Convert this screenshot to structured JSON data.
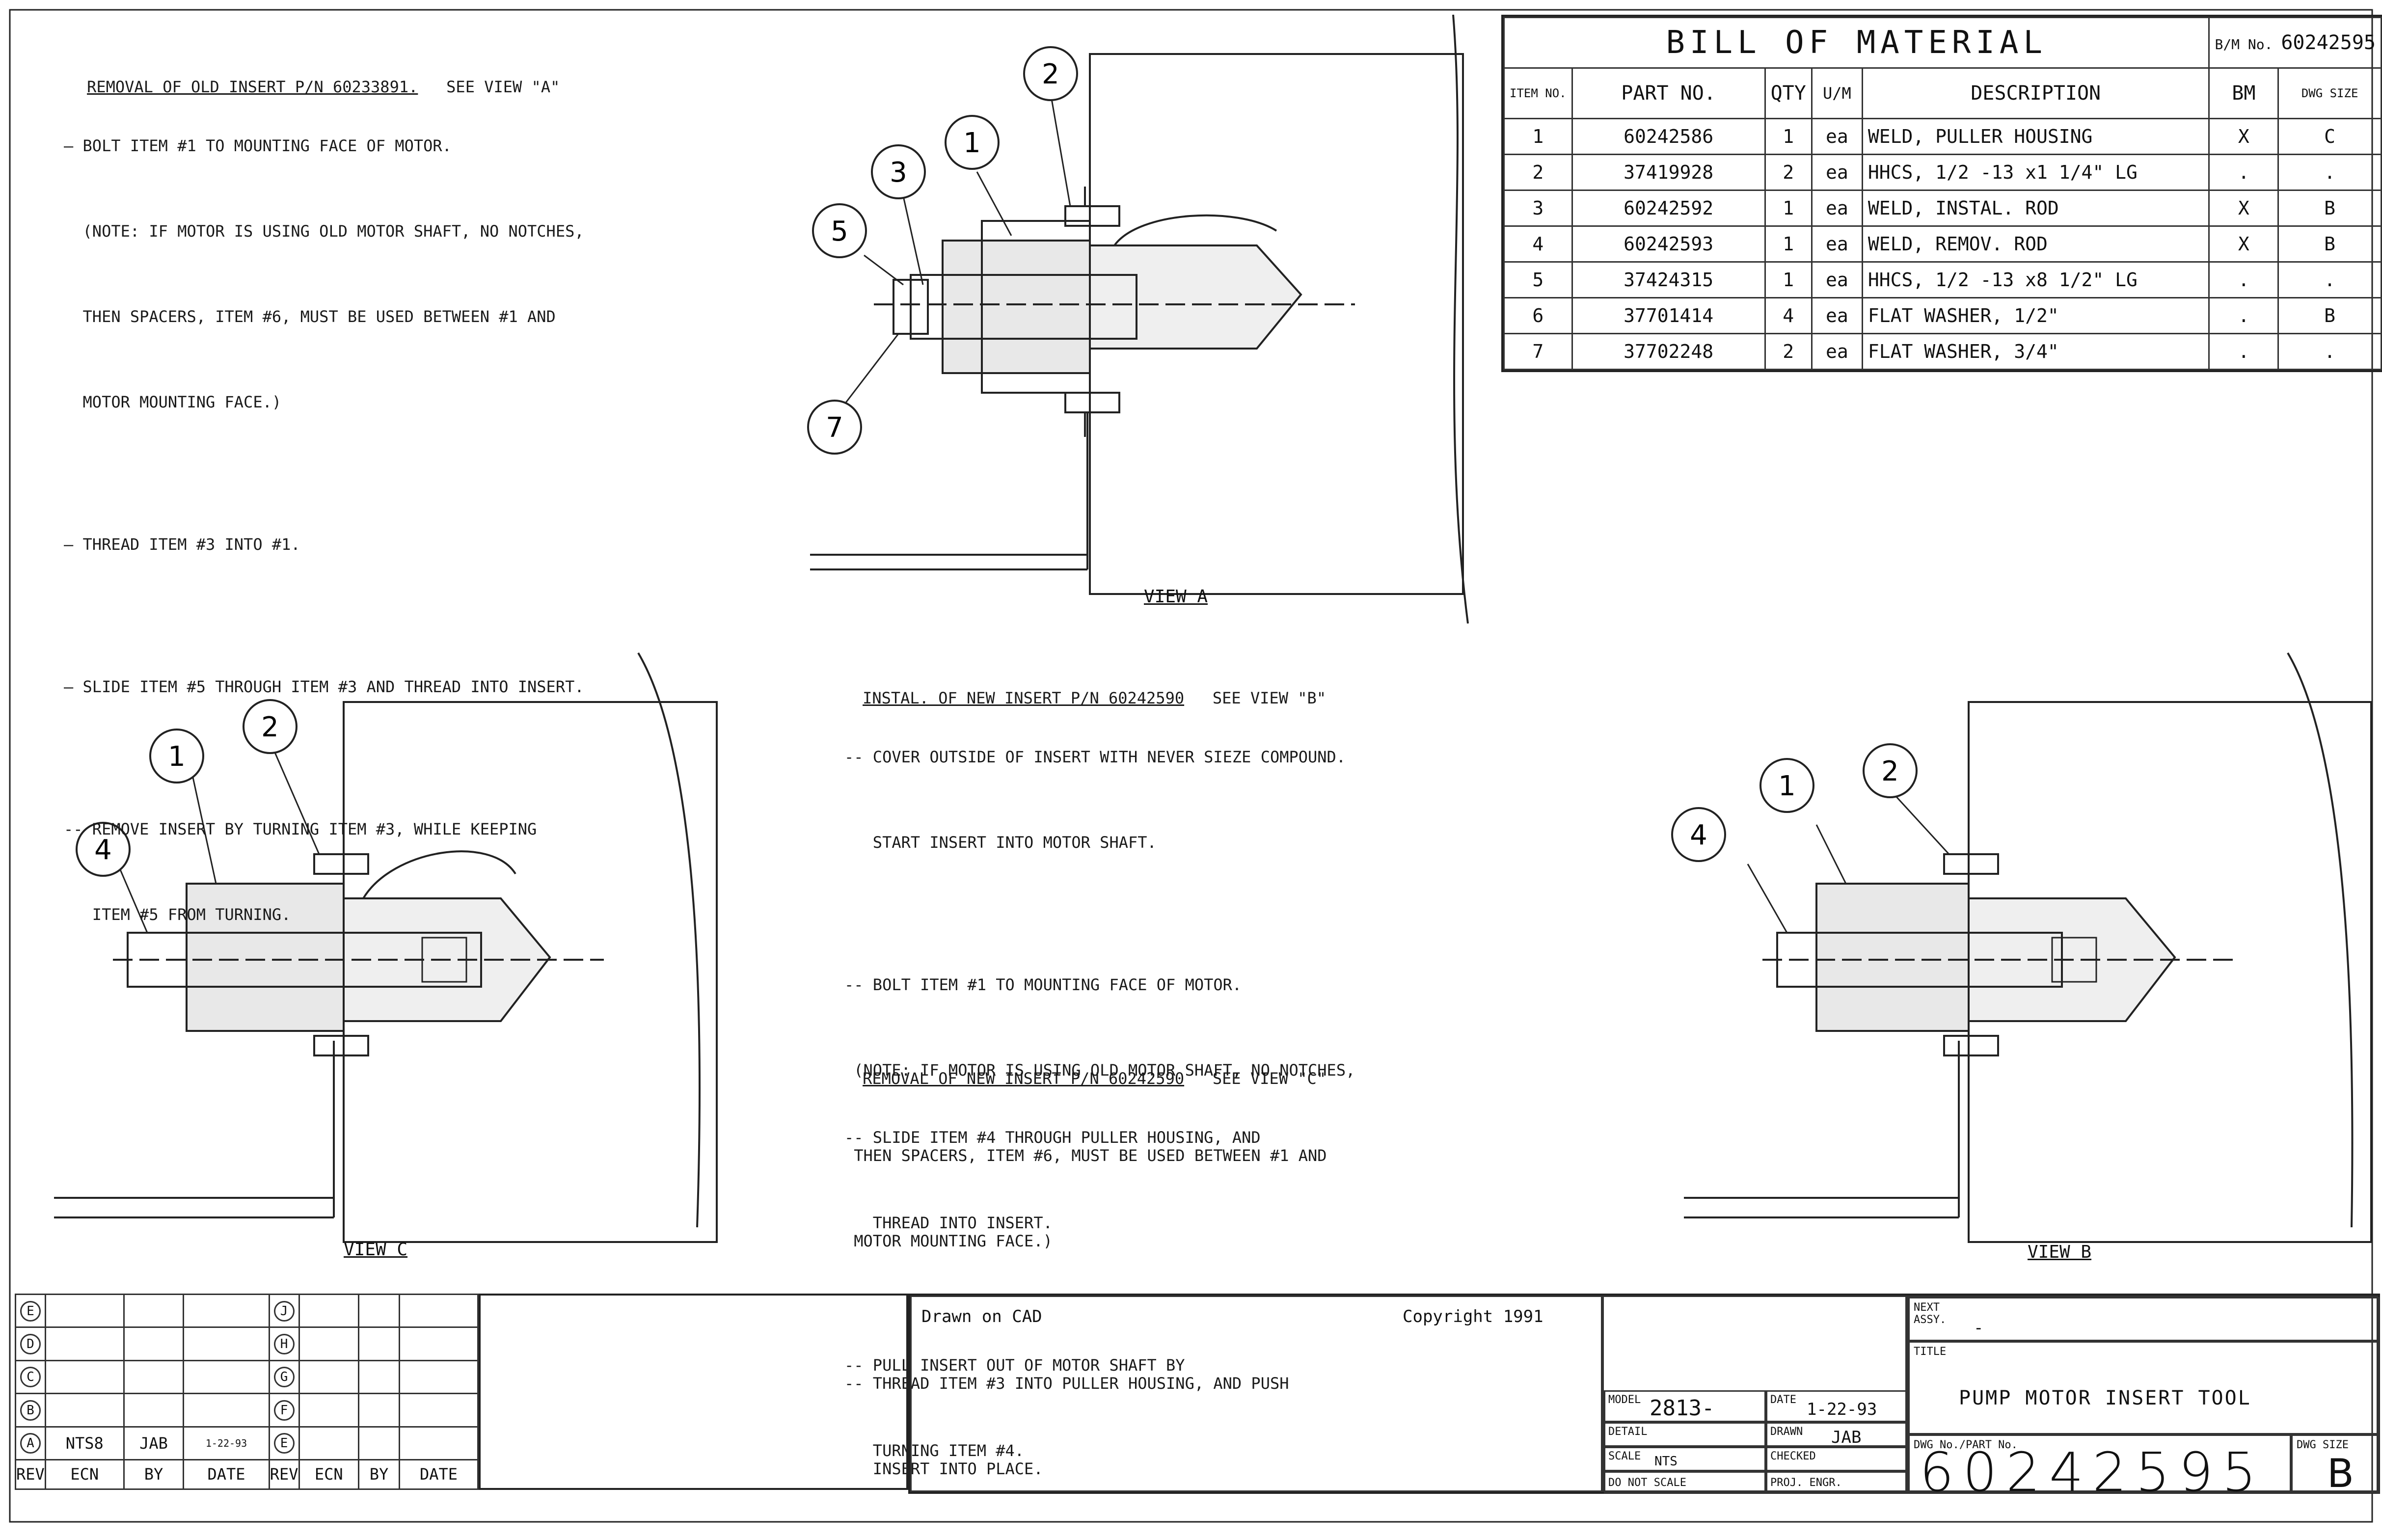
{
  "notes": {
    "removal_old": {
      "title": "REMOVAL OF OLD INSERT P/N 60233891.",
      "see": "SEE VIEW \"A\"",
      "lines": [
        "— BOLT ITEM #1 TO MOUNTING FACE OF MOTOR.",
        "  (NOTE: IF MOTOR IS USING OLD MOTOR SHAFT, NO NOTCHES,",
        "  THEN SPACERS, ITEM #6, MUST BE USED BETWEEN #1 AND",
        "  MOTOR MOUNTING FACE.)",
        "",
        "— THREAD ITEM #3 INTO #1.",
        "",
        "— SLIDE ITEM #5 THROUGH ITEM #3 AND THREAD INTO INSERT.",
        "",
        "-- REMOVE INSERT BY TURNING ITEM #3, WHILE KEEPING",
        "   ITEM #5 FROM TURNING."
      ]
    },
    "install_new": {
      "title": "INSTAL. OF NEW INSERT P/N 60242590",
      "see": "SEE VIEW \"B\"",
      "lines": [
        "-- COVER OUTSIDE OF INSERT WITH NEVER SIEZE COMPOUND.",
        "   START INSERT INTO MOTOR SHAFT.",
        "",
        "-- BOLT ITEM #1 TO MOUNTING FACE OF MOTOR.",
        " (NOTE: IF MOTOR IS USING OLD MOTOR SHAFT, NO NOTCHES,",
        " THEN SPACERS, ITEM #6, MUST BE USED BETWEEN #1 AND",
        " MOTOR MOUNTING FACE.)",
        "",
        "-- THREAD ITEM #3 INTO PULLER HOUSING, AND PUSH",
        "   INSERT INTO PLACE."
      ]
    },
    "removal_new": {
      "title": "REMOVAL OF NEW INSERT P/N 60242590",
      "see": "SEE VIEW \"C\"",
      "lines": [
        "-- SLIDE ITEM #4 THROUGH PULLER HOUSING, AND",
        "   THREAD INTO INSERT.",
        "",
        "-- PULL INSERT OUT OF MOTOR SHAFT BY",
        "   TURNING ITEM #4."
      ]
    }
  },
  "views": {
    "a": {
      "label": "VIEW A",
      "balloons": [
        "1",
        "2",
        "3",
        "5",
        "7"
      ]
    },
    "b": {
      "label": "VIEW B",
      "balloons": [
        "1",
        "2",
        "4"
      ]
    },
    "c": {
      "label": "VIEW C",
      "balloons": [
        "1",
        "2",
        "4"
      ]
    }
  },
  "bom": {
    "title": "BILL OF MATERIAL",
    "bm_no_label": "B/M No.",
    "bm_no": "60242595",
    "headers": [
      "ITEM NO.",
      "PART NO.",
      "QTY",
      "U/M",
      "DESCRIPTION",
      "BM",
      "DWG SIZE"
    ],
    "rows": [
      [
        "1",
        "60242586",
        "1",
        "ea",
        "WELD, PULLER HOUSING",
        "X",
        "C"
      ],
      [
        "2",
        "37419928",
        "2",
        "ea",
        "HHCS, 1/2 -13 x1 1/4\" LG",
        ".",
        "."
      ],
      [
        "3",
        "60242592",
        "1",
        "ea",
        "WELD, INSTAL. ROD",
        "X",
        "B"
      ],
      [
        "4",
        "60242593",
        "1",
        "ea",
        "WELD, REMOV. ROD",
        "X",
        "B"
      ],
      [
        "5",
        "37424315",
        "1",
        "ea",
        "HHCS, 1/2 -13 x8 1/2\" LG",
        ".",
        "."
      ],
      [
        "6",
        "37701414",
        "4",
        "ea",
        "FLAT WASHER, 1/2\"",
        ".",
        "B"
      ],
      [
        "7",
        "37702248",
        "2",
        "ea",
        "FLAT WASHER, 3/4\"",
        ".",
        "."
      ]
    ]
  },
  "revisions": {
    "left_letters": [
      "E",
      "D",
      "C",
      "B",
      "A"
    ],
    "right_letters": [
      "J",
      "H",
      "G",
      "F",
      "E"
    ],
    "row_a": {
      "ecn": "NTS8",
      "by": "JAB",
      "date": "1-22-93"
    },
    "headers": [
      "REV",
      "ECN",
      "BY",
      "DATE",
      "REV",
      "ECN",
      "BY",
      "DATE"
    ]
  },
  "title_block": {
    "drawn_on": "Drawn on CAD",
    "copyright": "Copyright 1991",
    "model_label": "MODEL",
    "model": "2813-",
    "date_label": "DATE",
    "date": "1-22-93",
    "drawn_label": "DRAWN",
    "drawn": "JAB",
    "detail_label": "DETAIL",
    "checked_label": "CHECKED",
    "scale_label": "SCALE",
    "scale": "NTS",
    "do_not_scale": "DO NOT SCALE",
    "proj_engr_label": "PROJ. ENGR.",
    "next_assy_label": "NEXT ASSY.",
    "next_assy": "-",
    "title_label": "TITLE",
    "title": "PUMP MOTOR INSERT TOOL",
    "dwg_no_label": "DWG No./PART No.",
    "dwg_no": "60242595",
    "dwg_size_label": "DWG SIZE",
    "dwg_size": "B"
  }
}
